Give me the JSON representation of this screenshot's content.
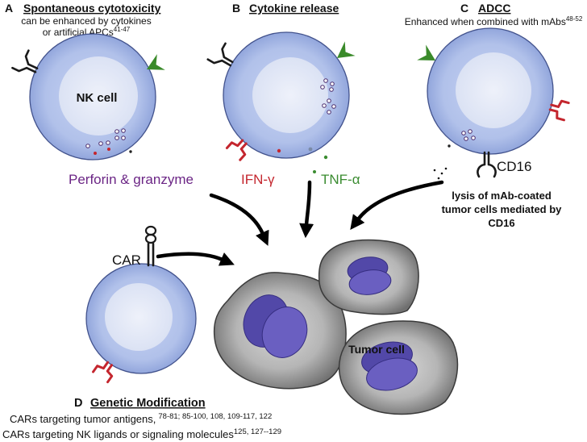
{
  "panels": {
    "a": {
      "letter": "A",
      "title": "Spontaneous cytotoxicity",
      "note_line1": "can be enhanced by cytokines",
      "note_line2": "or artificial APCs",
      "note_ref": "41-47"
    },
    "b": {
      "letter": "B",
      "title": "Cytokine release"
    },
    "c": {
      "letter": "C",
      "title": "ADCC",
      "note_line1": "Enhanced when combined with mAbs",
      "note_ref": "48-52",
      "lysis_lines": [
        "lysis of mAb-coated",
        "tumor cells mediated by",
        "CD16"
      ]
    },
    "d": {
      "letter": "D",
      "title": "Genetic Modification",
      "line1": "CARs targeting tumor antigens,",
      "line1_ref": "78-81; 85-100, 108, 109-117, 122",
      "line2": "CARs targeting NK ligands or signaling molecules",
      "line2_ref": "125, 127--129"
    }
  },
  "labels": {
    "nk_cell": "NK cell",
    "perforin_granzyme": "Perforin & granzyme",
    "ifn_gamma": "IFN-γ",
    "tnf_alpha": "TNF-α",
    "cd16": "CD16",
    "car": "CAR",
    "tumor_cell": "Tumor cell"
  },
  "colors": {
    "perforin": "#6b2585",
    "ifn": "#c4262e",
    "tnf": "#3b8c31",
    "ligand_green": "#3a8a2a",
    "receptor_red": "#c4262e",
    "tumor_nucleus": "#6a5fc1"
  }
}
